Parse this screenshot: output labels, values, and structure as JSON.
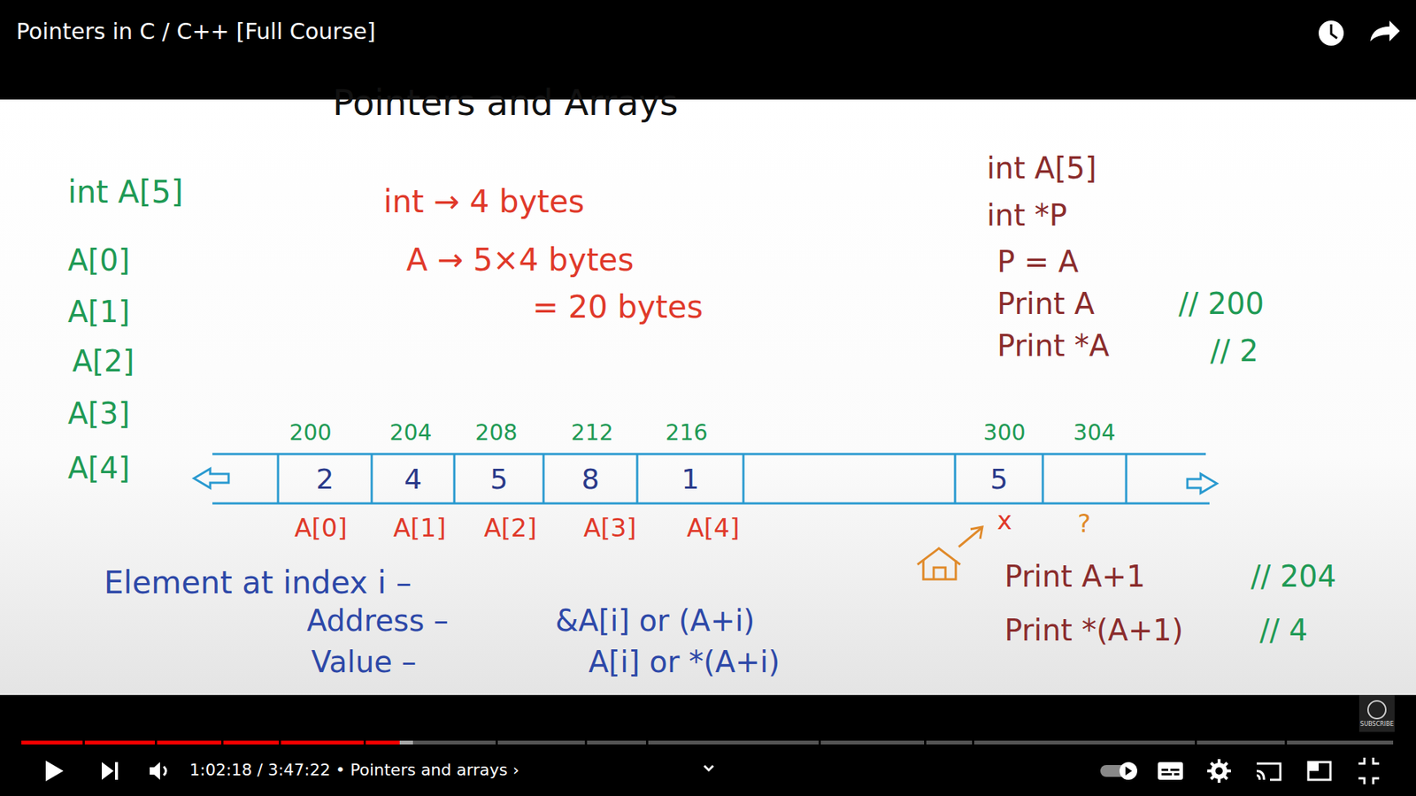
{
  "diagram": {
    "title": "Pointers and Arrays",
    "nodes": [
      {
        "text": [
          "2"
        ]
      },
      {
        "text": [
          "4"
        ]
      },
      {
        "text": [
          "5"
        ]
      },
      {
        "text": [
          "8"
        ]
      },
      {
        "text": [
          "1"
        ]
      },
      {
        "text": [
          "5"
        ]
      }
    ],
    "labels": [
      "Pointers in C / C++ [Full Course]",
      "int A[5]",
      "A[0]",
      "A[1]",
      "A[2]",
      "A[3]",
      "A[4]",
      "int → 4 bytes",
      "A → 5×4 bytes",
      "= 20 bytes",
      "int A[5]",
      "int *P",
      "P = A",
      "Print A",
      "// 200",
      "Print *A",
      "// 2",
      "200",
      "204",
      "208",
      "212",
      "216",
      "300",
      "304",
      "A[0]",
      "A[1]",
      "A[2]",
      "A[3]",
      "A[4]",
      "x",
      "?",
      "Element at index i –",
      "Address –",
      "&A[i] or (A+i)",
      "Value –",
      "A[i] or *(A+i)",
      "Print A+1",
      "// 204",
      "Print *(A+1)",
      "// 4",
      "1:02:18 / 3:47:22",
      "• Pointers and arrays ›",
      "SUBSCRIBE"
    ]
  }
}
